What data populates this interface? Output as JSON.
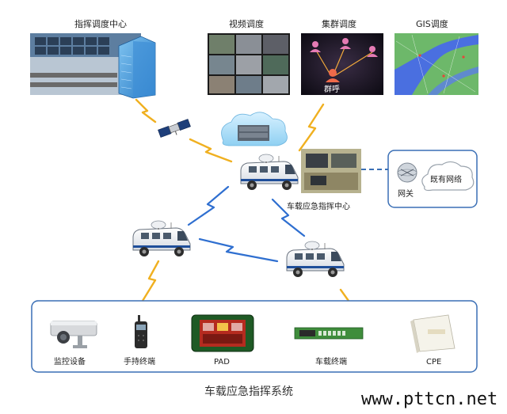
{
  "top": {
    "command_center": "指挥调度中心",
    "video": "视频调度",
    "cluster": "集群调度",
    "gis": "GIS调度",
    "group_call": "群呼"
  },
  "network": {
    "vehicle_center": "车载应急指挥中心",
    "gateway": "网关",
    "existing_network": "既有网络"
  },
  "terminals": {
    "monitor": "监控设备",
    "handheld": "手持终端",
    "pad": "PAD",
    "vehicle_terminal": "车载终端",
    "cpe": "CPE"
  },
  "caption": "车载应急指挥系统",
  "watermark": "www.pttcn.net",
  "colors": {
    "frame_blue": "#3a6fb5",
    "bolt_yellow": "#f0b020",
    "bolt_blue": "#2f6fd0"
  }
}
